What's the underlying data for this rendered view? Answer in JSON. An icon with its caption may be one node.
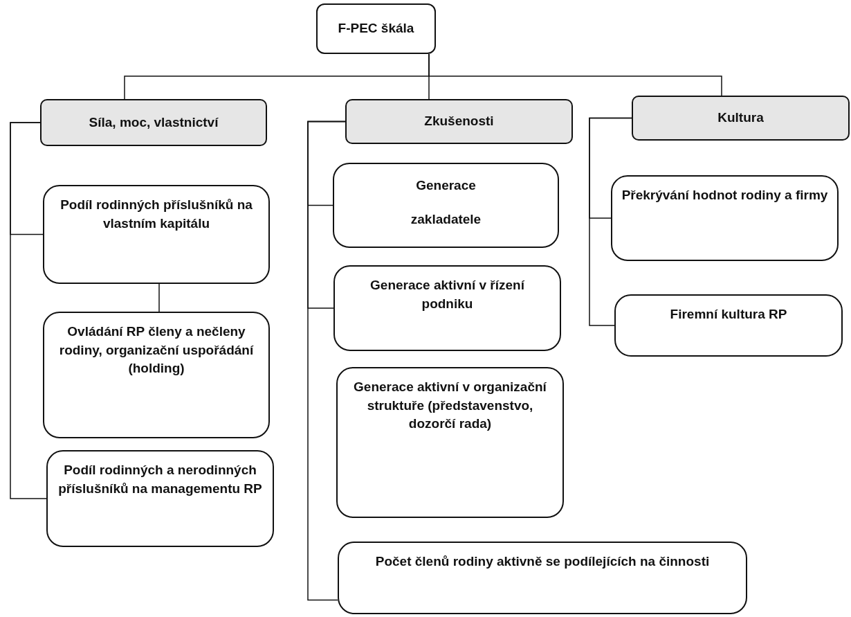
{
  "diagram": {
    "nodes": [
      {
        "text": [
          "F-PEC škála"
        ]
      },
      {
        "text": [
          "Síla, moc, vlastnictví"
        ]
      },
      {
        "text": [
          "Zkušenosti"
        ]
      },
      {
        "text": [
          "Kultura"
        ]
      },
      {
        "text": [
          "Podíl rodinných příslušníků na vlastním kapitálu"
        ]
      },
      {
        "text": [
          "Ovládání RP členy a nečleny rodiny, organizační uspořádání (holding)"
        ]
      },
      {
        "text": [
          "Podíl rodinných a nerodinných příslušníků na managementu RP"
        ]
      },
      {
        "text": [
          "Generace zakladatele"
        ]
      },
      {
        "text": [
          "Generace aktivní v řízení podniku"
        ]
      },
      {
        "text": [
          "Generace aktivní v organizační struktuře (představenstvo, dozorčí rada)"
        ]
      },
      {
        "text": [
          "Počet členů rodiny aktivně se podílejících na činnosti"
        ]
      },
      {
        "text": [
          "Překrývání hodnot rodiny a firmy"
        ]
      },
      {
        "text": [
          "Firemní kultura RP"
        ]
      }
    ],
    "edges": [
      {
        "from": 0,
        "to": 1,
        "arrow": "none"
      },
      {
        "from": 0,
        "to": 2,
        "arrow": "none"
      },
      {
        "from": 0,
        "to": 3,
        "arrow": "none"
      },
      {
        "from": 1,
        "to": 4,
        "arrow": "none"
      },
      {
        "from": 1,
        "to": 6,
        "arrow": "none"
      },
      {
        "from": 4,
        "to": 5,
        "arrow": "none"
      },
      {
        "from": 2,
        "to": 7,
        "arrow": "none"
      },
      {
        "from": 2,
        "to": 8,
        "arrow": "none"
      },
      {
        "from": 2,
        "to": 10,
        "arrow": "none"
      },
      {
        "from": 3,
        "to": 11,
        "arrow": "none"
      },
      {
        "from": 3,
        "to": 12,
        "arrow": "none"
      }
    ]
  }
}
